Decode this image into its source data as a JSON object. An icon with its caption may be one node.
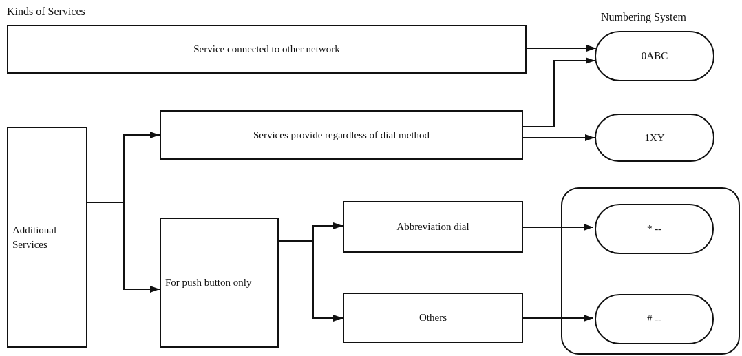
{
  "diagram": {
    "nodes": [
      {
        "text": [
          "Service connected to other network"
        ]
      },
      {
        "text": [
          "Additional Services"
        ]
      },
      {
        "text": [
          "Services provide regardless of dial method"
        ]
      },
      {
        "text": [
          "For push button only"
        ]
      },
      {
        "text": [
          "Abbreviation dial"
        ]
      },
      {
        "text": [
          "Others"
        ]
      },
      {
        "text": [
          "0ABC"
        ]
      },
      {
        "text": [
          "1XY"
        ]
      },
      {
        "text": [],
        "shape": "box"
      },
      {
        "text": [
          "* --"
        ],
        "in": 8
      },
      {
        "text": [
          "# --"
        ],
        "in": 8
      }
    ],
    "edges": [
      {
        "from": 0,
        "to": 6,
        "arrow": "to"
      },
      {
        "from": 2,
        "to": 6,
        "arrow": "to"
      },
      {
        "from": 2,
        "to": 7,
        "arrow": "to"
      },
      {
        "from": 1,
        "to": 2,
        "arrow": "to"
      },
      {
        "from": 1,
        "to": 3,
        "arrow": "to"
      },
      {
        "from": 3,
        "to": 4,
        "arrow": "to"
      },
      {
        "from": 3,
        "to": 5,
        "arrow": "to"
      },
      {
        "from": 4,
        "to": 9,
        "arrow": "to"
      },
      {
        "from": 5,
        "to": 10,
        "arrow": "to"
      }
    ],
    "labels": [
      "Kinds of Services",
      "Numbering System"
    ]
  }
}
